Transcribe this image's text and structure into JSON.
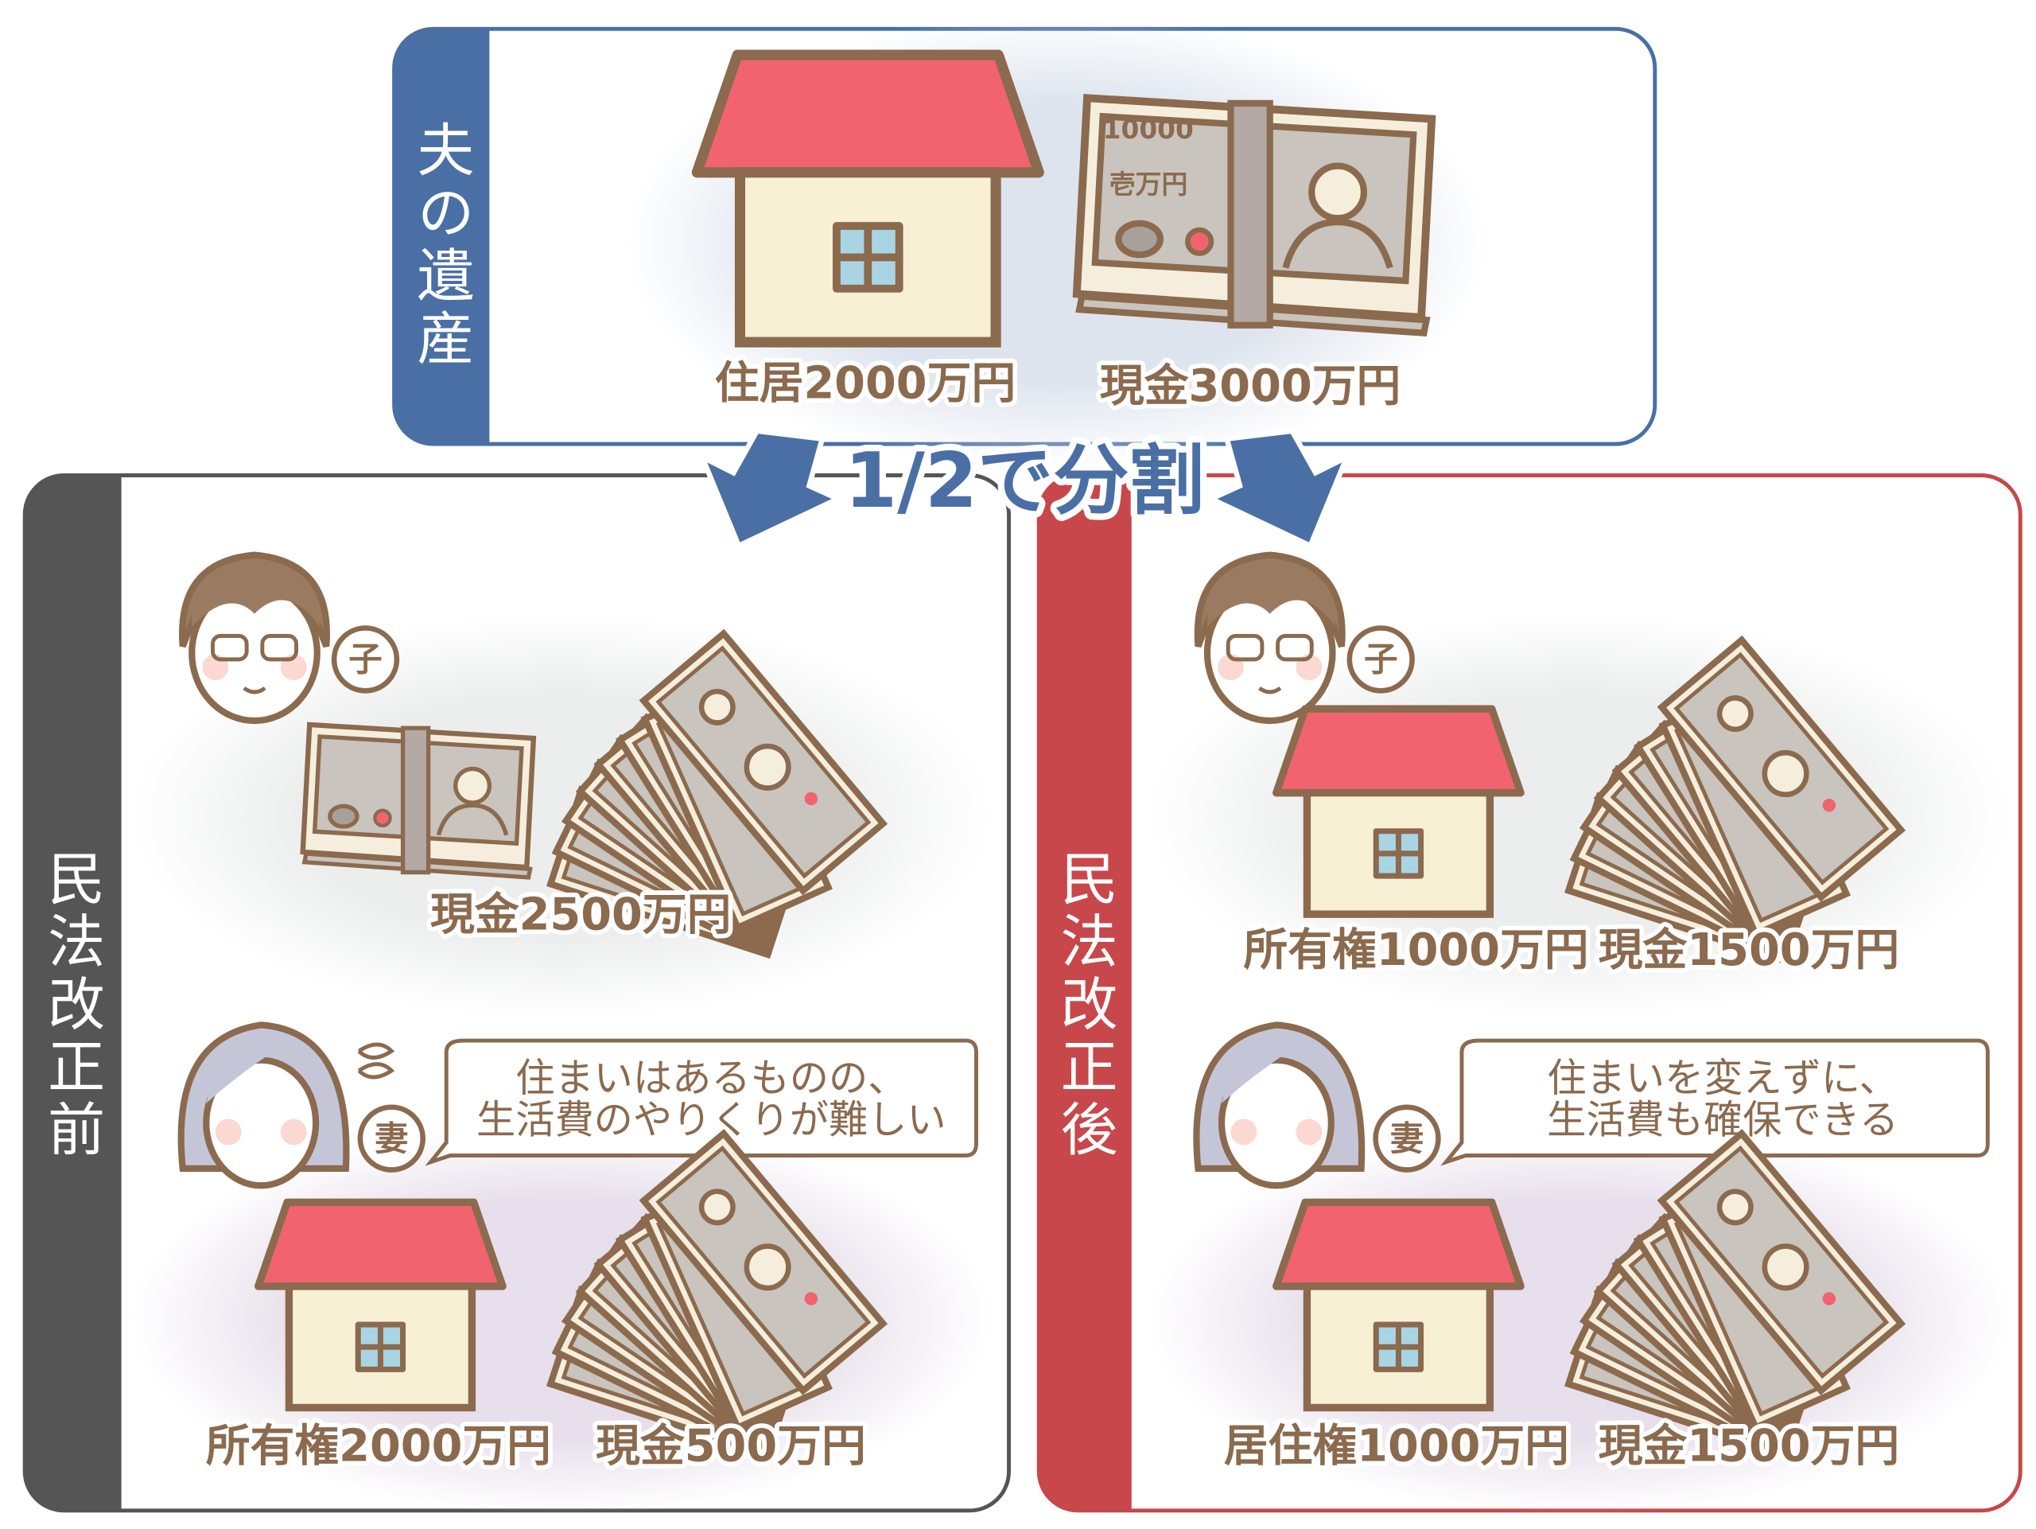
{
  "colors": {
    "estate": "#4a6fa5",
    "before": "#555555",
    "after": "#c8474a",
    "text": "#8b6a4e",
    "roof": "#f0636f"
  },
  "estate": {
    "title": "夫の遺産",
    "items": [
      {
        "icon": "house-icon",
        "label": "住居2000万円"
      },
      {
        "icon": "money-bundle-icon",
        "label": "現金3000万円"
      }
    ]
  },
  "split_label": "1/2で分割",
  "before": {
    "title": "民法改正前",
    "child": {
      "tag": "子",
      "items": [
        {
          "icon": "money-bundle-icon",
          "label": "現金2500万円"
        }
      ]
    },
    "wife": {
      "tag": "妻",
      "speech": [
        "住まいはあるものの、",
        "生活費のやりくりが難しい"
      ],
      "items": [
        {
          "icon": "house-icon",
          "label": "所有権2000万円"
        },
        {
          "icon": "money-fan-icon",
          "label": "現金500万円"
        }
      ]
    }
  },
  "after": {
    "title": "民法改正後",
    "child": {
      "tag": "子",
      "items": [
        {
          "icon": "house-icon",
          "label": "所有権1000万円"
        },
        {
          "icon": "money-fan-icon",
          "label": "現金1500万円"
        }
      ]
    },
    "wife": {
      "tag": "妻",
      "speech": [
        "住まいを変えずに、",
        "生活費も確保できる"
      ],
      "items": [
        {
          "icon": "house-icon",
          "label": "居住権1000万円"
        },
        {
          "icon": "money-fan-icon",
          "label": "現金1500万円"
        }
      ]
    }
  },
  "bill": {
    "number": "10000",
    "denomination": "壱万円"
  }
}
